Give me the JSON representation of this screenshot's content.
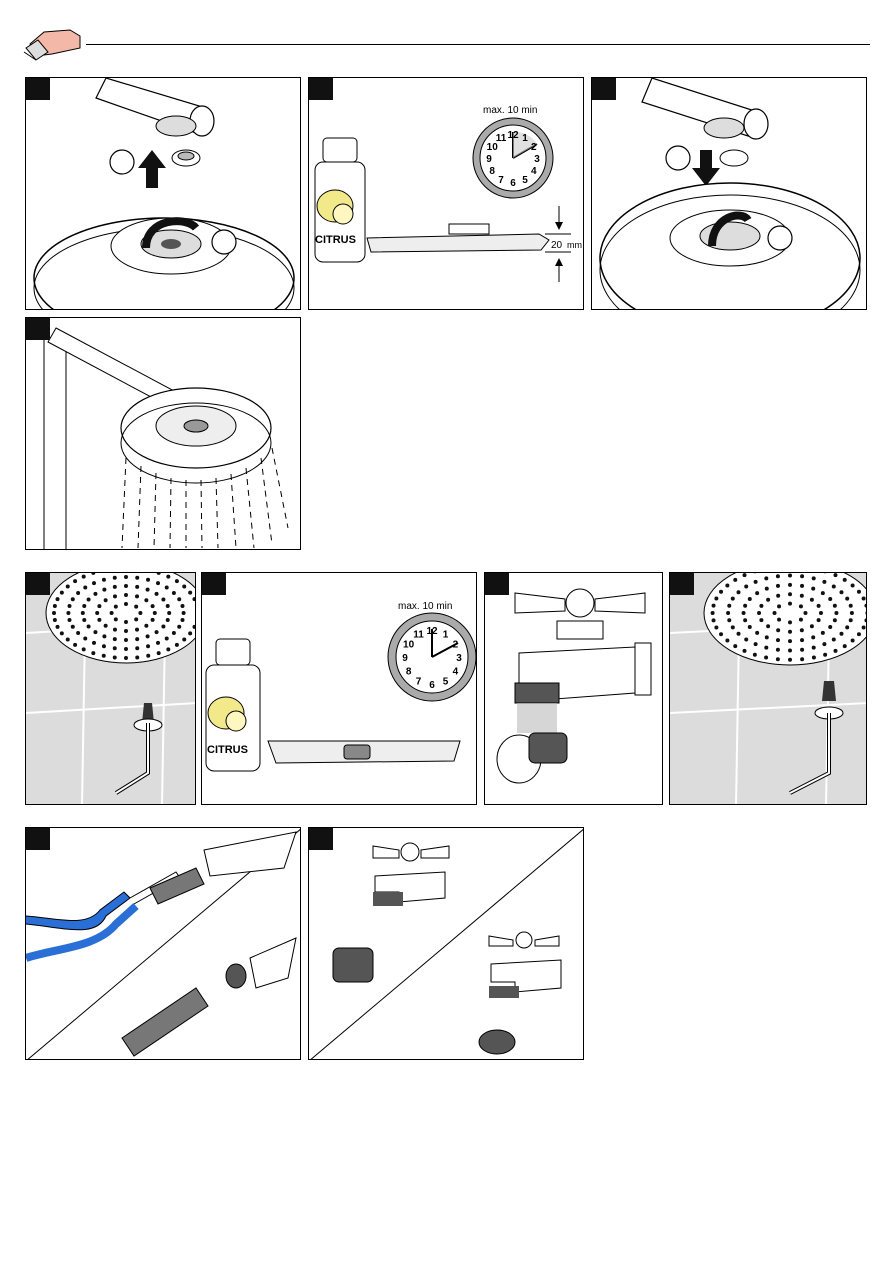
{
  "header": {
    "icon": "cleaning-hand-icon"
  },
  "panel_timer": {
    "label": "max. 10 min",
    "depth_value": "20",
    "depth_unit": "mm"
  },
  "panel_timer2": {
    "label": "max. 10 min"
  },
  "bottles": {
    "label": "CITRUS"
  },
  "clock_numbers": [
    "12",
    "1",
    "2",
    "3",
    "4",
    "5",
    "6",
    "7",
    "8",
    "9",
    "10",
    "11"
  ],
  "colors": {
    "lemon": "#f2ea8a",
    "pliers": "#2a6fd6",
    "tile": "#dcdcdc",
    "dark": "#111111"
  }
}
